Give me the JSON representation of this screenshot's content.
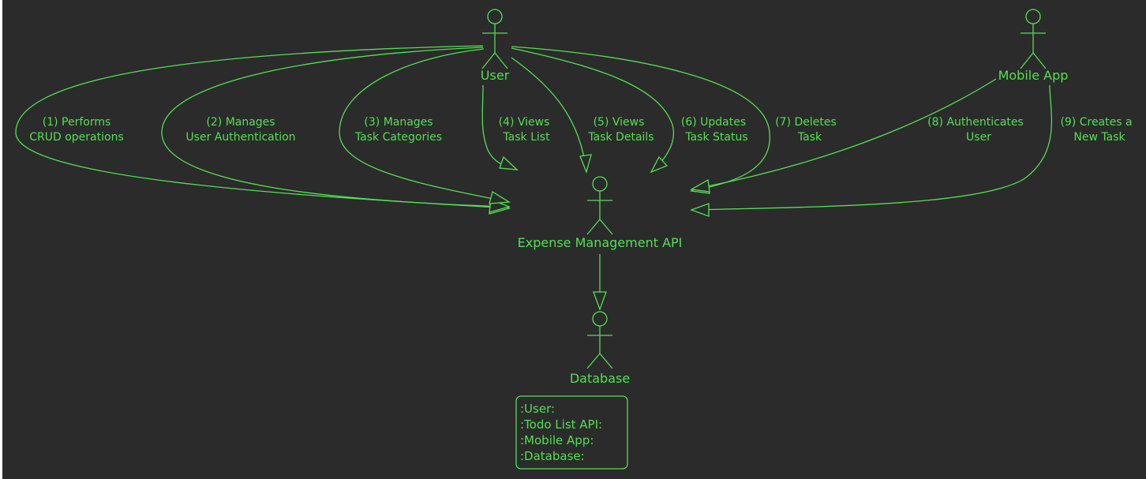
{
  "colors": {
    "background": "#2b2b2b",
    "foreground": "#52e052"
  },
  "actors": {
    "user": "User",
    "mobile_app": "Mobile App",
    "api": "Expense Management API",
    "database": "Database"
  },
  "edges": [
    {
      "id": "e1",
      "line1": "(1) Performs",
      "line2": "CRUD operations"
    },
    {
      "id": "e2",
      "line1": "(2) Manages",
      "line2": "User Authentication"
    },
    {
      "id": "e3",
      "line1": "(3) Manages",
      "line2": "Task Categories"
    },
    {
      "id": "e4",
      "line1": "(4) Views",
      "line2": "Task List"
    },
    {
      "id": "e5",
      "line1": "(5) Views",
      "line2": "Task Details"
    },
    {
      "id": "e6",
      "line1": "(6) Updates",
      "line2": "Task Status"
    },
    {
      "id": "e7",
      "line1": "(7) Deletes",
      "line2": "Task"
    },
    {
      "id": "e8",
      "line1": "(8) Authenticates",
      "line2": "User"
    },
    {
      "id": "e9",
      "line1": "(9) Creates a",
      "line2": "New Task"
    }
  ],
  "note": {
    "lines": [
      ":User:",
      ":Todo List API:",
      ":Mobile App:",
      ":Database:"
    ]
  }
}
